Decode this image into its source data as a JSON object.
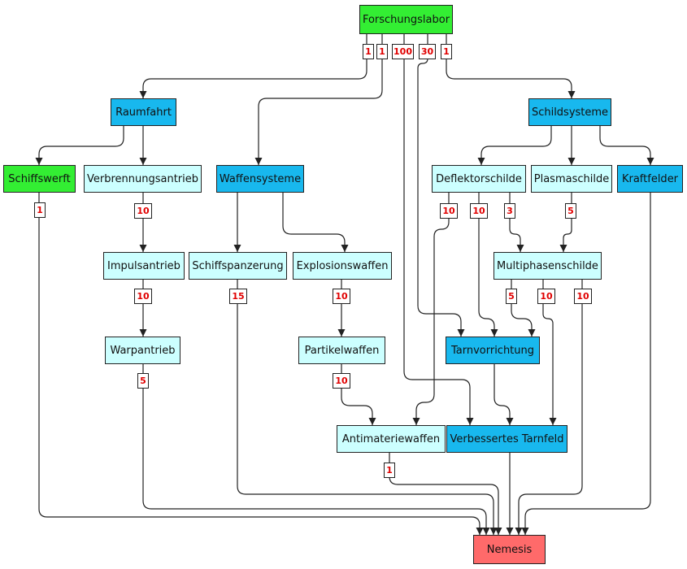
{
  "colors": {
    "green": "#33ee33",
    "blue": "#18b8ee",
    "light": "#ccffff",
    "red": "#ff6a6a",
    "badge_text": "#e00000"
  },
  "nodes": {
    "forschungslabor": {
      "label": "Forschungslabor",
      "color": "green"
    },
    "raumfahrt": {
      "label": "Raumfahrt",
      "color": "blue"
    },
    "schildsysteme": {
      "label": "Schildsysteme",
      "color": "blue"
    },
    "schiffswerft": {
      "label": "Schiffswerft",
      "color": "green"
    },
    "verbrennungsantrieb": {
      "label": "Verbrennungsantrieb",
      "color": "light"
    },
    "waffensysteme": {
      "label": "Waffensysteme",
      "color": "blue"
    },
    "deflektorschilde": {
      "label": "Deflektorschilde",
      "color": "light"
    },
    "plasmaschilde": {
      "label": "Plasmaschilde",
      "color": "light"
    },
    "kraftfelder": {
      "label": "Kraftfelder",
      "color": "blue"
    },
    "impulsantrieb": {
      "label": "Impulsantrieb",
      "color": "light"
    },
    "schiffspanzerung": {
      "label": "Schiffspanzerung",
      "color": "light"
    },
    "explosionswaffen": {
      "label": "Explosionswaffen",
      "color": "light"
    },
    "multiphasenschilde": {
      "label": "Multiphasenschilde",
      "color": "light"
    },
    "warpantrieb": {
      "label": "Warpantrieb",
      "color": "light"
    },
    "partikelwaffen": {
      "label": "Partikelwaffen",
      "color": "light"
    },
    "tarnvorrichtung": {
      "label": "Tarnvorrichtung",
      "color": "blue"
    },
    "antimateriewaffen": {
      "label": "Antimateriewaffen",
      "color": "light"
    },
    "verbessertes_tarnfeld": {
      "label": "Verbessertes Tarnfeld",
      "color": "blue"
    },
    "nemesis": {
      "label": "Nemesis",
      "color": "red"
    }
  },
  "badges": {
    "lab_raumfahrt": "1",
    "lab_waffen": "1",
    "lab_verbessert": "100",
    "lab_tarn": "30",
    "lab_schild": "1",
    "schiffswerft_nemesis": "1",
    "verbrennung_impuls": "10",
    "impuls_warp": "10",
    "warp_nemesis": "5",
    "panzerung_nemesis": "15",
    "explosion_partikel": "10",
    "partikel_antimaterie": "10",
    "antimaterie_nemesis": "1",
    "deflektor_antimaterie": "10",
    "deflektor_tarn": "10",
    "deflektor_multi": "3",
    "plasma_multi": "5",
    "multi_tarn": "5",
    "multi_verbessert": "10",
    "multi_nemesis": "10"
  }
}
